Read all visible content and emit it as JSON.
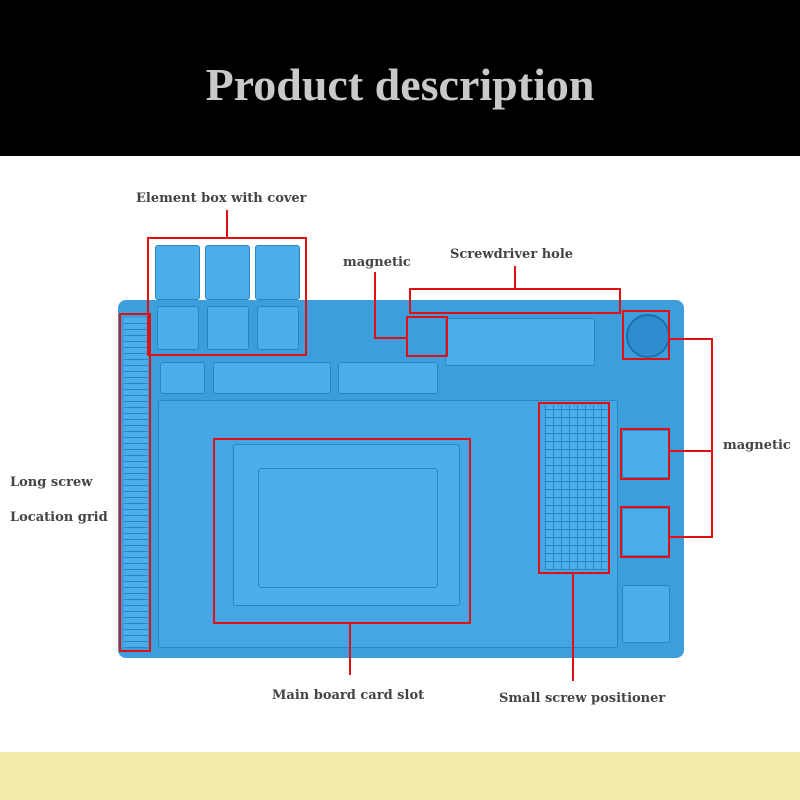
{
  "header": {
    "title": "Product description"
  },
  "labels": {
    "element_box": "Element box with cover",
    "magnetic_top": "magnetic",
    "screwdriver_hole": "Screwdriver hole",
    "magnetic_right": "magnetic",
    "long_screw": "Long screw",
    "location_grid": "Location grid",
    "main_board": "Main board card slot",
    "small_screw": "Small screw positioner"
  },
  "colors": {
    "mat": "#3d9ede",
    "annotation": "#e01010",
    "footer": "#f3e9ab"
  }
}
